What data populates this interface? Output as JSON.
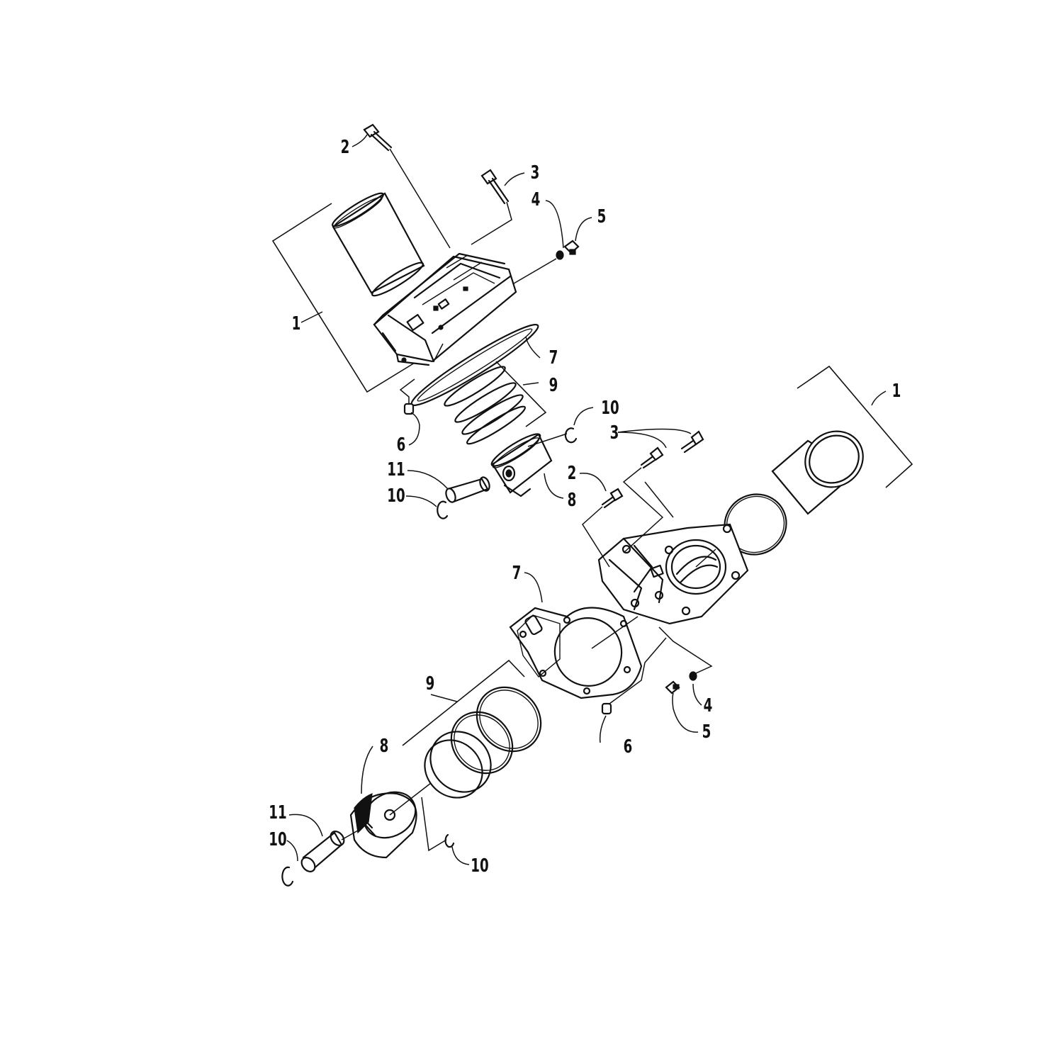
{
  "callouts": {
    "upper": {
      "c1": "1",
      "c2": "2",
      "c3": "3",
      "c4": "4",
      "c5": "5",
      "c6": "6",
      "c7": "7",
      "c8": "8",
      "c9": "9",
      "c10a": "10",
      "c10b": "10",
      "c11": "11"
    },
    "lower": {
      "c1": "1",
      "c2": "2",
      "c3": "3",
      "c4": "4",
      "c5": "5",
      "c6": "6",
      "c7": "7",
      "c8": "8",
      "c9": "9",
      "c10a": "10",
      "c10b": "10",
      "c11": "11"
    }
  }
}
